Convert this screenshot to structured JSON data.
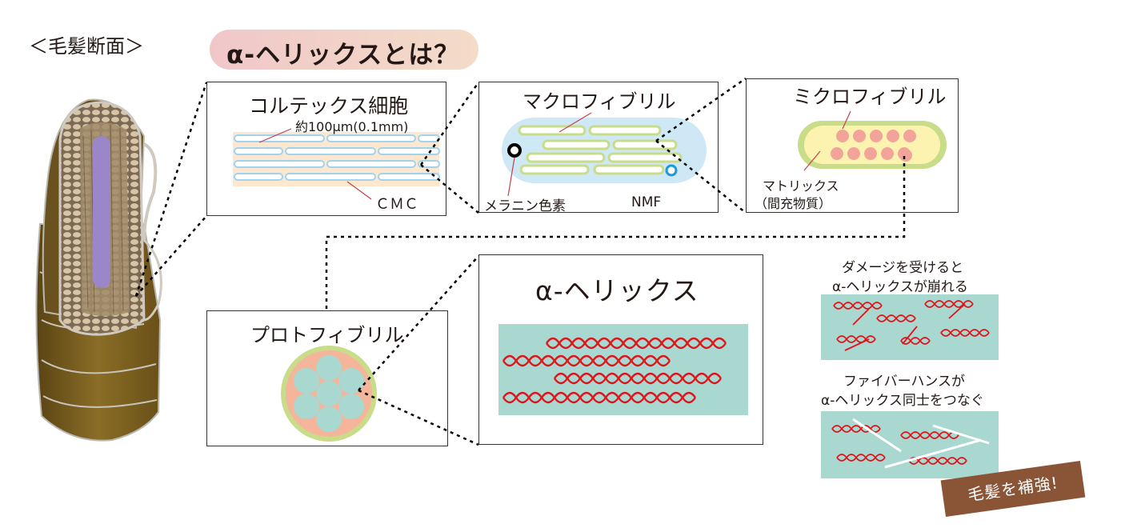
{
  "hair_title": "＜毛髪断面＞",
  "main_title": "α-ヘリックスとは？",
  "cortex": {
    "title": "コルテックス細胞",
    "size": "約100μm(0.1mm)",
    "cmc": "ＣＭＣ"
  },
  "macro": {
    "title": "マクロフィブリル",
    "melanin": "メラニン色素",
    "nmf": "NMF"
  },
  "micro": {
    "title": "ミクロフィブリル",
    "matrix_line1": "マトリックス",
    "matrix_line2": "（間充物質）"
  },
  "proto": {
    "title": "プロトフィブリル"
  },
  "helix": {
    "title": "α-ヘリックス"
  },
  "damage": {
    "line1": "ダメージを受けると",
    "line2": "α-ヘリックスが崩れる"
  },
  "fiber": {
    "line1": "ファイバーハンスが",
    "line2": "α-ヘリックス同士をつなぐ"
  },
  "reinforce": "毛髪を補強!",
  "colors": {
    "helix_red": "#e1141b",
    "teal_bg": "#a8d8cf",
    "macro_blue": "#cfe8f6",
    "fibril_green": "#c8dc8a",
    "micro_yellow": "#fdf3b0",
    "micro_dot": "#f2a49a",
    "proto_pink": "#f4b59a",
    "cortex_purple": "#9b86c9",
    "hair_brown": "#7a6122",
    "badge_brown": "#8a5537"
  }
}
